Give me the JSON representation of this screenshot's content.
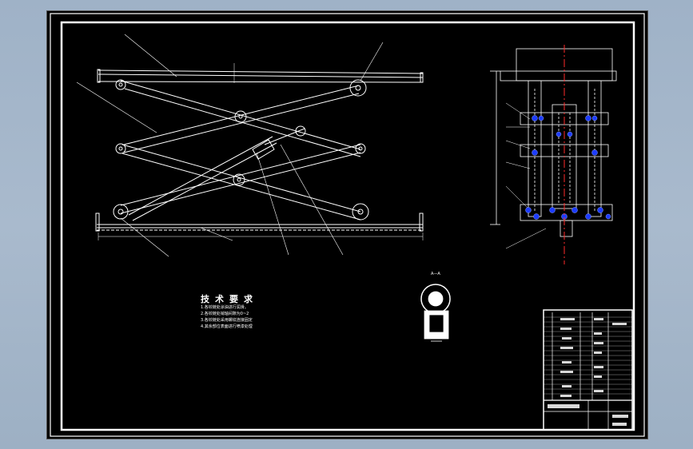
{
  "technical_requirements": {
    "title": "技术要求",
    "notes": [
      "1.各铰链处涂油进行润滑。",
      "2.各铰链处销轴间隙为0~2",
      "3.各铰链处采用螺纹连接固定",
      "4.其余部位表面进行喷漆处理"
    ]
  },
  "section_label": "A—A",
  "colors": {
    "background": "#000000",
    "line": "#ffffff",
    "frame": "#ffffff",
    "bolts": "#1d3cff",
    "centerline": "#ff2a2a"
  }
}
